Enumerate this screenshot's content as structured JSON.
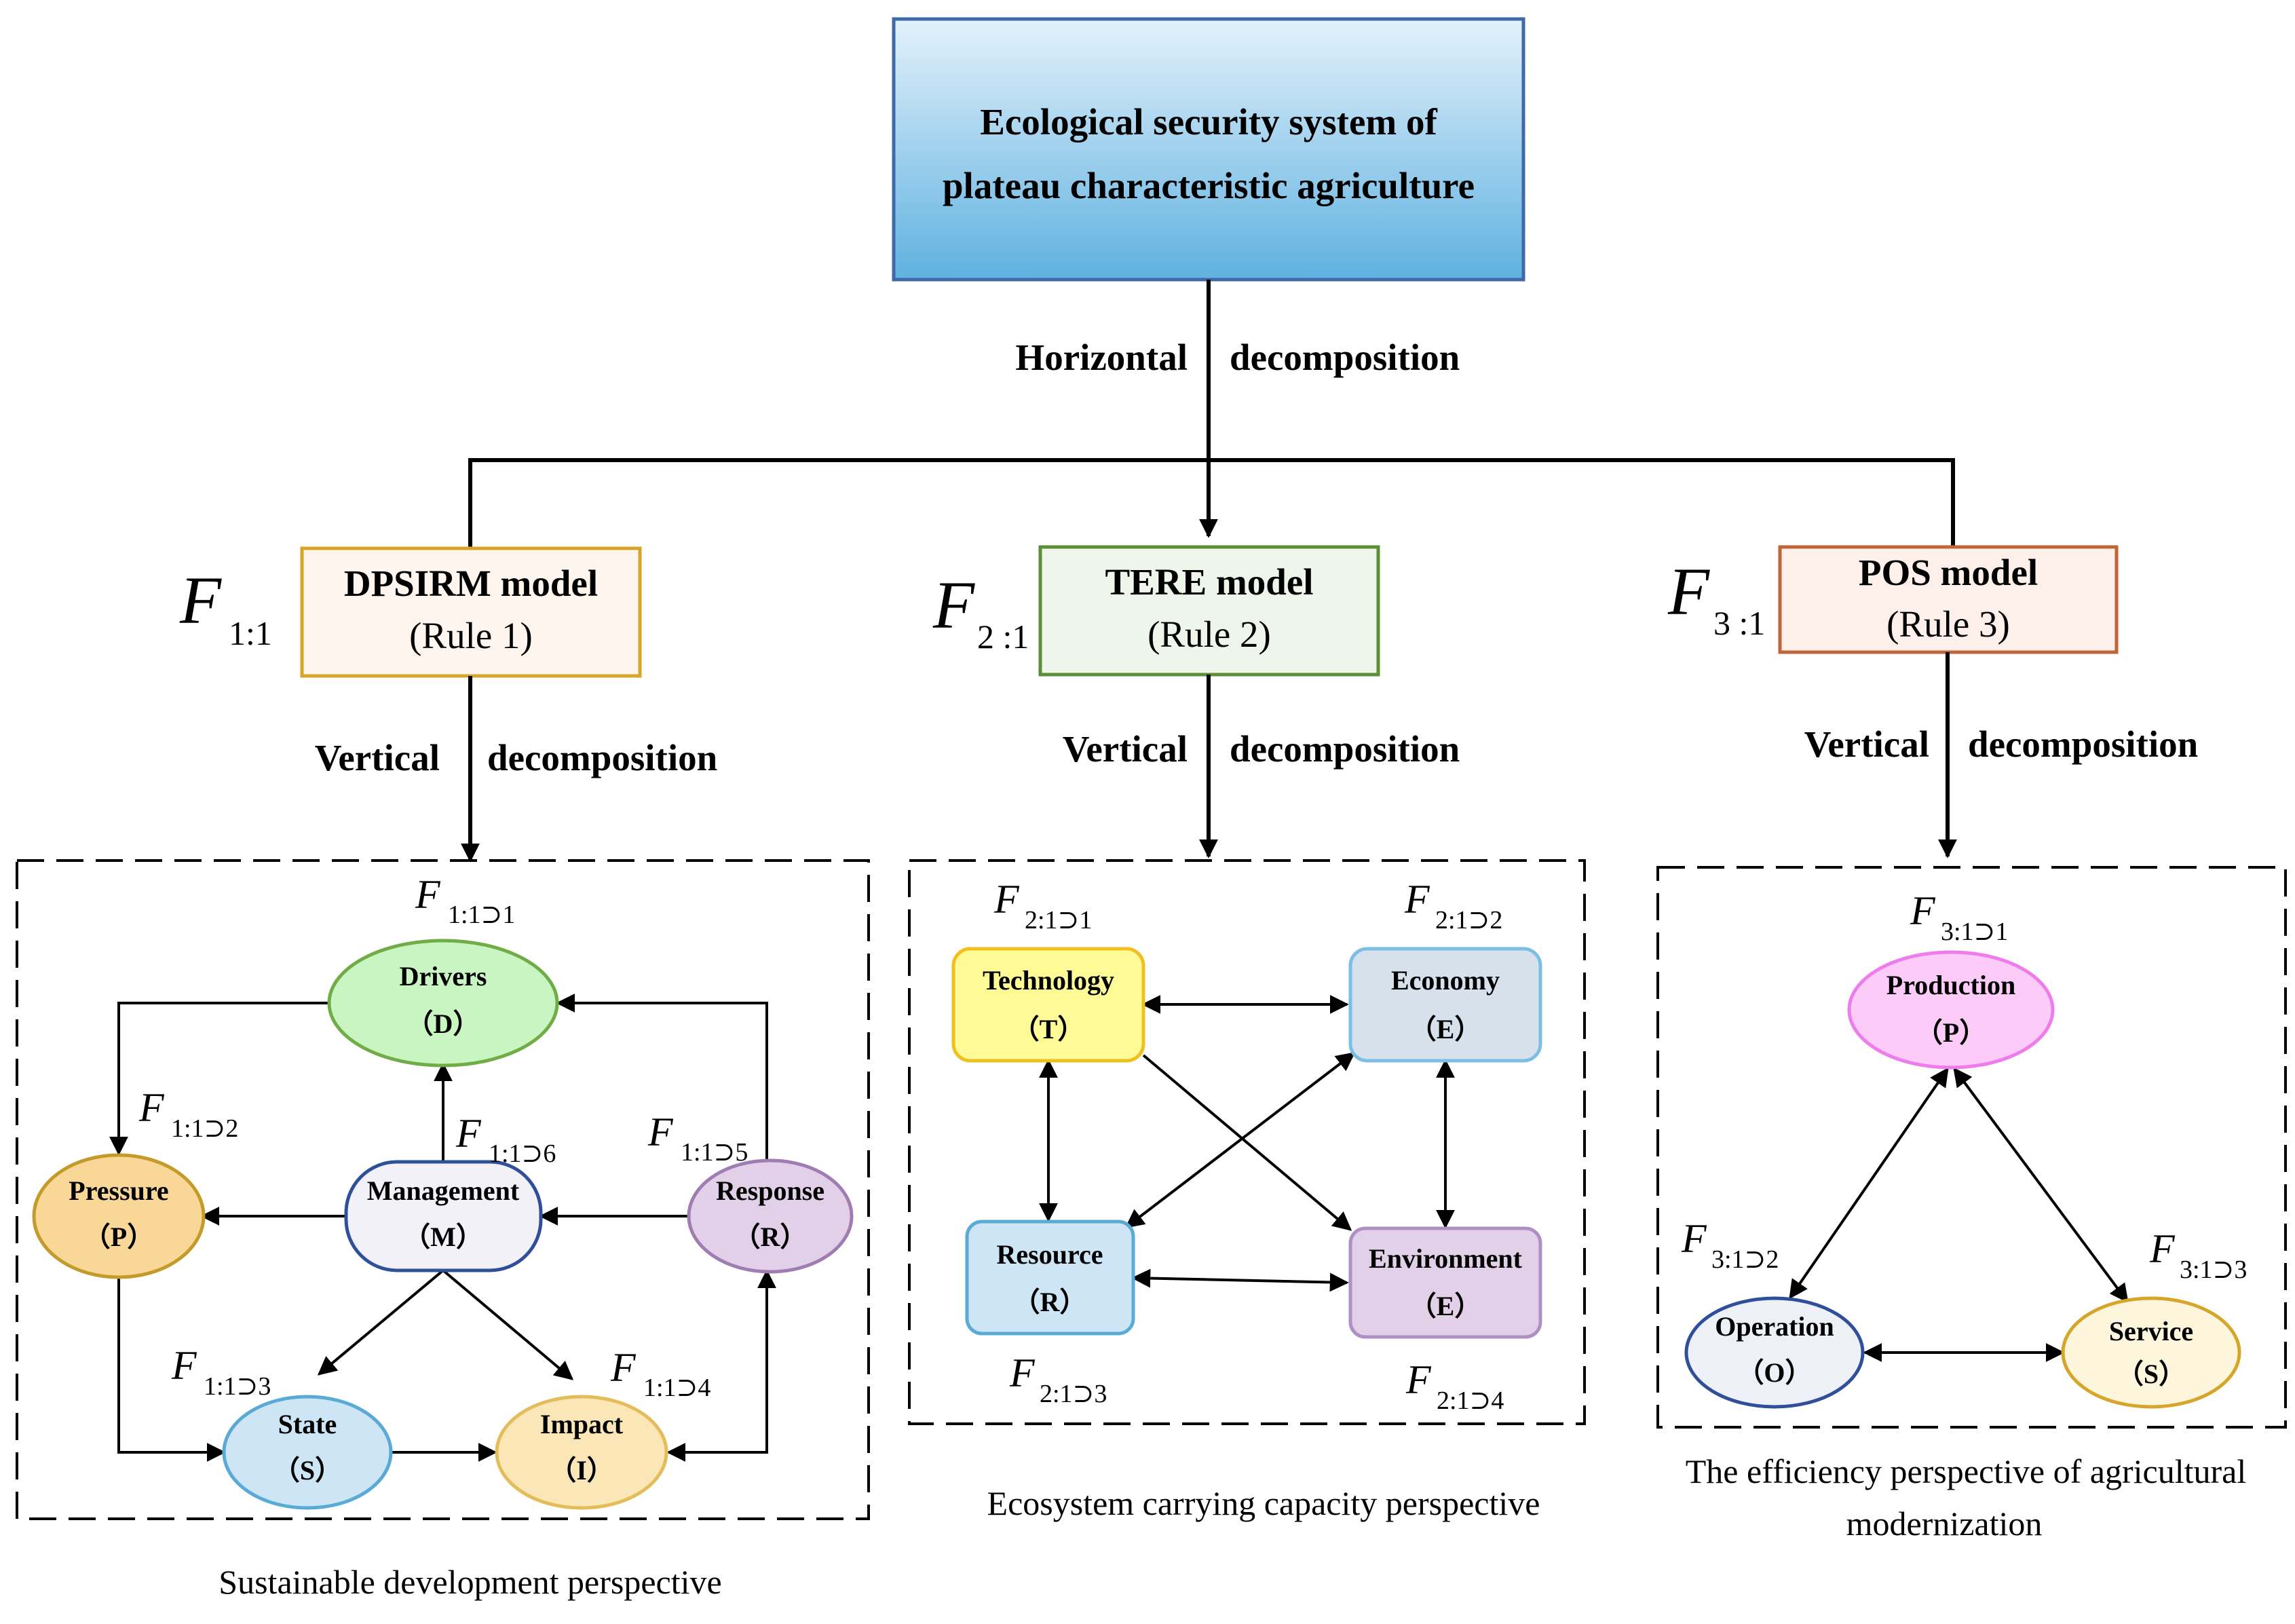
{
  "root": {
    "line1": "Ecological security system of",
    "line2": "plateau characteristic agriculture"
  },
  "horizontal": {
    "left": "Horizontal",
    "right": "decomposition"
  },
  "vertical": {
    "left": "Vertical",
    "right": "decomposition"
  },
  "models": [
    {
      "symbol_main": "F",
      "symbol_sub": "1:1",
      "title": "DPSIRM model",
      "rule": "(Rule 1)",
      "perspective": "Sustainable development perspective"
    },
    {
      "symbol_main": "F",
      "symbol_sub": "2 :1",
      "title": "TERE model",
      "rule": "(Rule 2)",
      "perspective": "Ecosystem carrying capacity perspective"
    },
    {
      "symbol_main": "F",
      "symbol_sub": "3 :1",
      "title": "POS model",
      "rule": "(Rule 3)",
      "perspective_line1": "The efficiency perspective of agricultural",
      "perspective_line2": "modernization"
    }
  ],
  "dpsirm": {
    "drivers": {
      "label": "Drivers",
      "abbr": "（D）",
      "f": "F",
      "sub": "1:1⊃1"
    },
    "pressure": {
      "label": "Pressure",
      "abbr": "（P）",
      "f": "F",
      "sub": "1:1⊃2"
    },
    "state": {
      "label": "State",
      "abbr": "（S）",
      "f": "F",
      "sub": "1:1⊃3"
    },
    "impact": {
      "label": "Impact",
      "abbr": "（I）",
      "f": "F",
      "sub": "1:1⊃4"
    },
    "response": {
      "label": "Response",
      "abbr": "（R）",
      "f": "F",
      "sub": "1:1⊃5"
    },
    "management": {
      "label": "Management",
      "abbr": "（M）",
      "f": "F",
      "sub": "1:1⊃6"
    }
  },
  "tere": {
    "technology": {
      "label": "Technology",
      "abbr": "（T）",
      "f": "F",
      "sub": "2:1⊃1"
    },
    "economy": {
      "label": "Economy",
      "abbr": "（E）",
      "f": "F",
      "sub": "2:1⊃2"
    },
    "resource": {
      "label": "Resource",
      "abbr": "（R）",
      "f": "F",
      "sub": "2:1⊃3"
    },
    "environment": {
      "label": "Environment",
      "abbr": "（E）",
      "f": "F",
      "sub": "2:1⊃4"
    }
  },
  "pos": {
    "production": {
      "label": "Production",
      "abbr": "（P）",
      "f": "F",
      "sub": "3:1⊃1"
    },
    "operation": {
      "label": "Operation",
      "abbr": "（O）",
      "f": "F",
      "sub": "3:1⊃2"
    },
    "service": {
      "label": "Service",
      "abbr": "（S）",
      "f": "F",
      "sub": "3:1⊃3"
    }
  },
  "colors": {
    "line": "#000000",
    "root_fill_top": "#e3f1fb",
    "root_fill_bottom": "#5fb1e0",
    "root_border": "#3e6aa7",
    "dpsirm_border": "#d6a62a",
    "tere_border": "#5b8e36",
    "pos_border": "#c0653a",
    "drivers": "#c9f5c2",
    "pressure": "#f8d797",
    "state": "#cde5f5",
    "impact": "#fbe6b7",
    "response": "#e2d0e8",
    "management": "#f1f1f7",
    "technology": "#fefb97",
    "economy": "#d7e1ec",
    "resource": "#cde5f5",
    "environment": "#e2d0e8",
    "production": "#fccbf8",
    "operation": "#eef0f8",
    "service": "#fdf5dc"
  }
}
